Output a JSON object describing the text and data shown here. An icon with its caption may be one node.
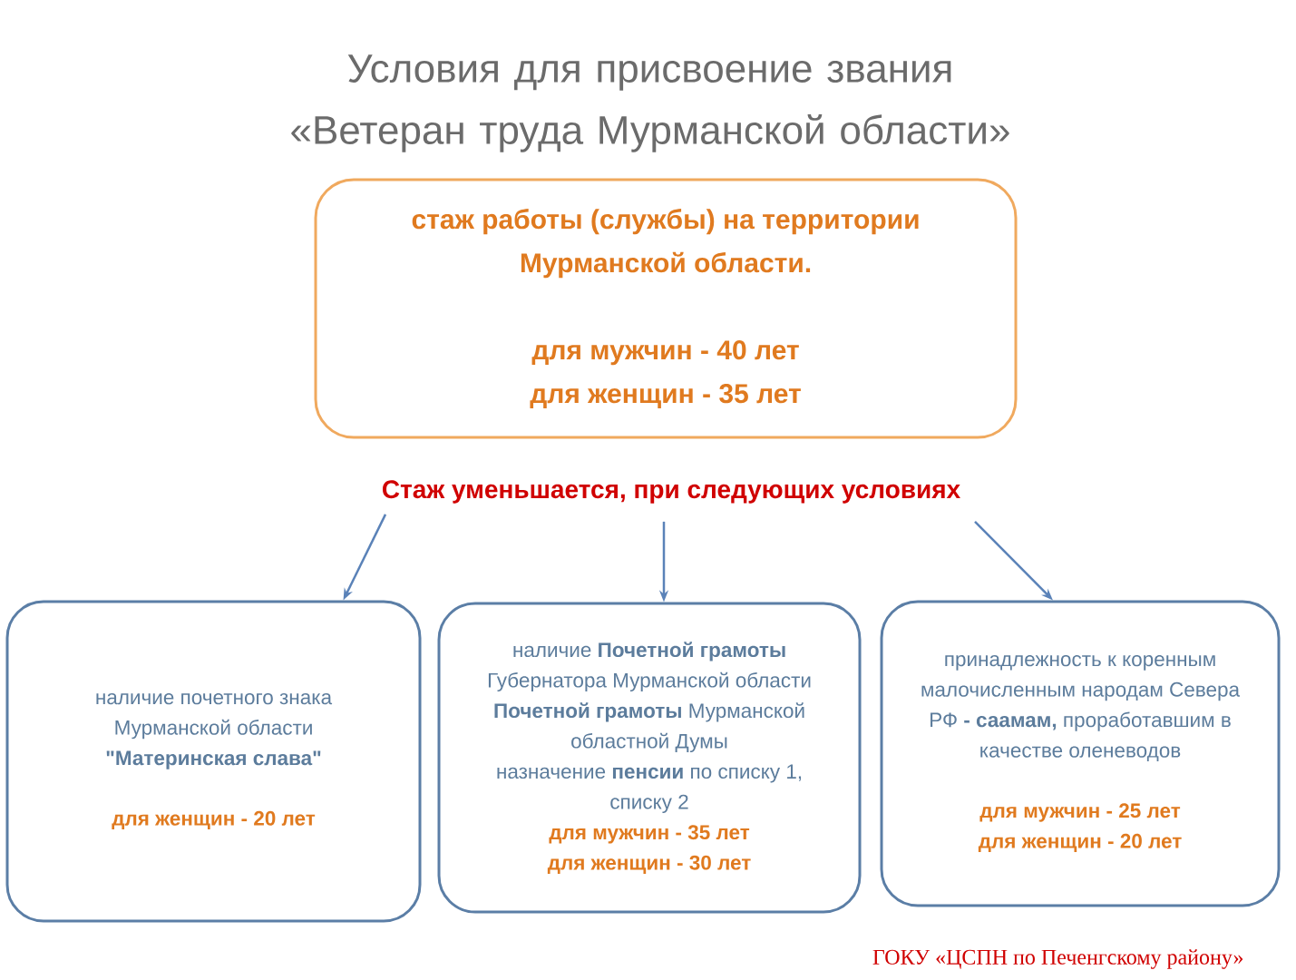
{
  "diagram": {
    "title": "Условия для присвоение звания «Ветеран труда Мурманской области»",
    "nodes": [
      {
        "text": [
          "стаж работы (службы) на территории Мурманской области.",
          "для мужчин - 40 лет",
          "для женщин - 35 лет"
        ]
      },
      {
        "text": [
          "Стаж уменьшается, при следующих условиях"
        ]
      },
      {
        "text": [
          "наличие почетного знака Мурманской области **\"Материнская слава\"**",
          "для женщин - 20 лет"
        ]
      },
      {
        "text": [
          "наличие **Почетной грамоты** Губернатора Мурманской области",
          "**Почетной грамоты** Мурманской областной Думы",
          "назначение **пенсии** по списку 1, списку 2",
          "для мужчин - 35 лет",
          "для женщин - 30 лет"
        ]
      },
      {
        "text": [
          "принадлежность к коренным малочисленным народам Севера РФ **- саамам,** проработавшим в качестве оленеводов",
          "для мужчин - 25 лет",
          "для женщин - 20 лет"
        ]
      }
    ],
    "edges": [
      {
        "from": 1,
        "to": 2,
        "arrow": "to"
      },
      {
        "from": 1,
        "to": 3,
        "arrow": "to"
      },
      {
        "from": 1,
        "to": 4,
        "arrow": "to"
      }
    ],
    "labels": [
      "ГОКУ «ЦСПН по Печенгскому району»"
    ]
  }
}
